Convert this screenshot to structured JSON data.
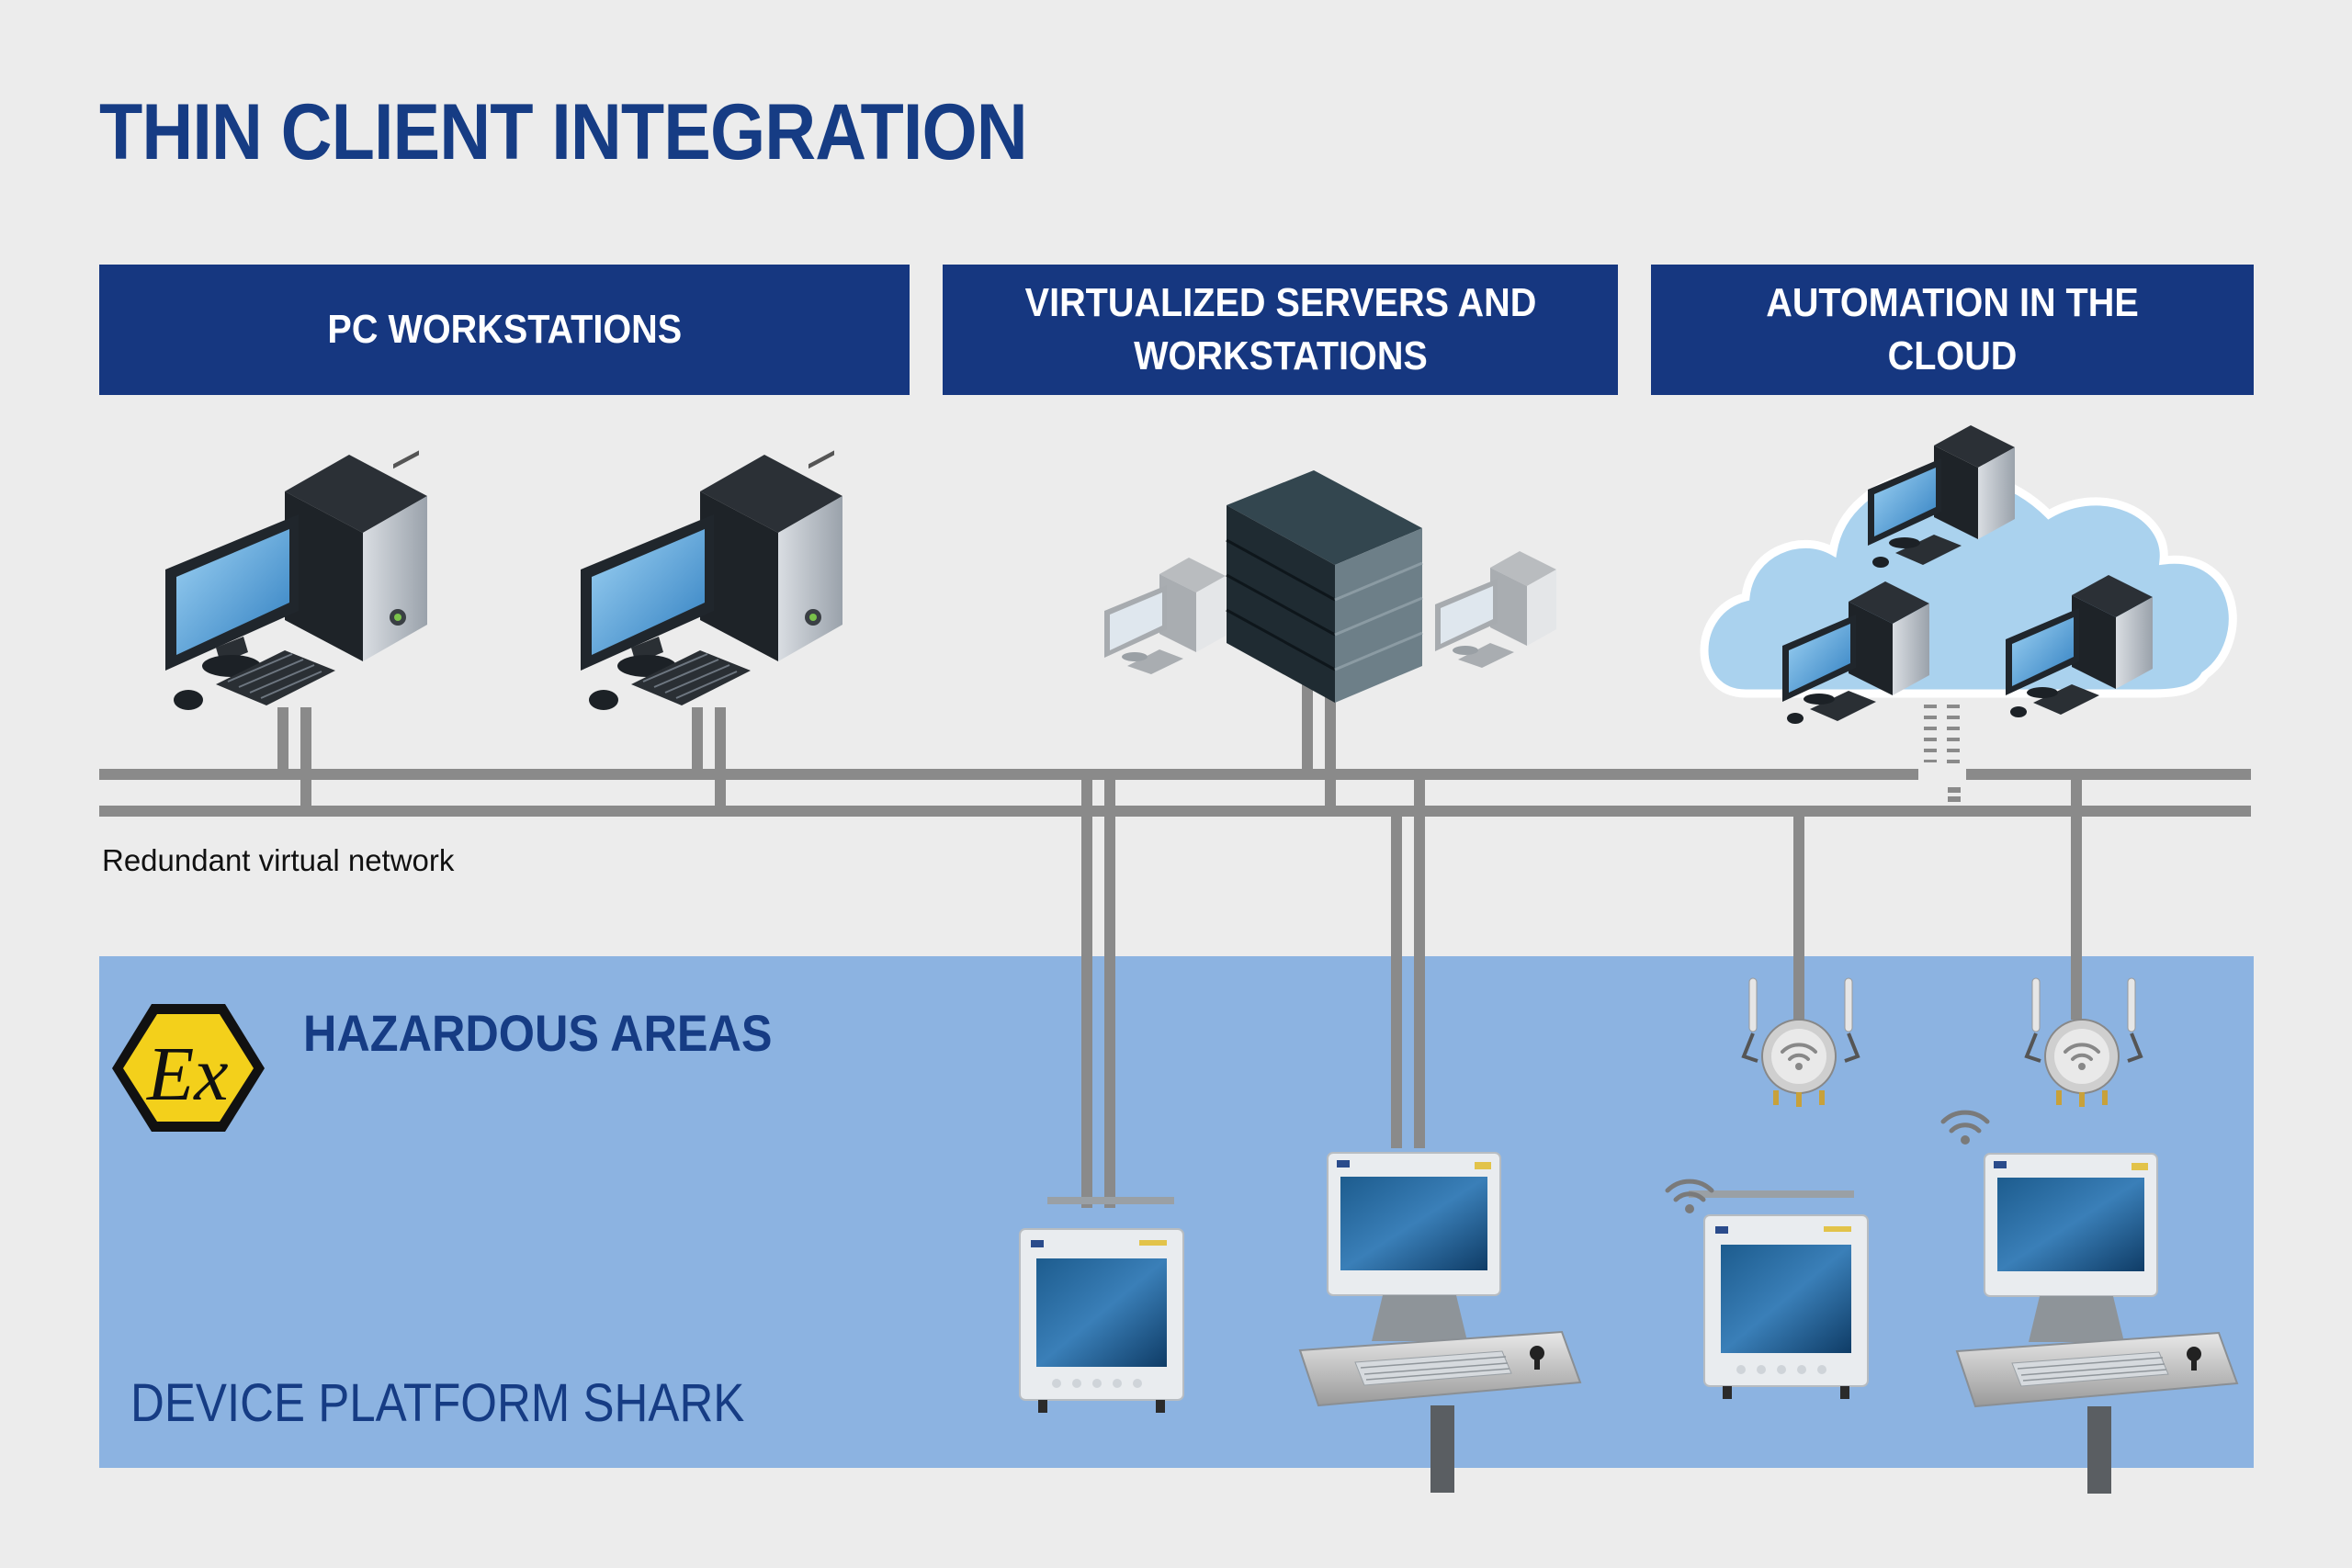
{
  "title": "THIN CLIENT INTEGRATION",
  "headers": {
    "pc": "PC WORKSTATIONS",
    "virtualized": "VIRTUALIZED SERVERS AND WORKSTATIONS",
    "cloud": "AUTOMATION IN THE CLOUD"
  },
  "network_label": "Redundant virtual network",
  "hazardous": {
    "title": "HAZARDOUS AREAS",
    "symbol": "Ex",
    "platform": "DEVICE PLATFORM SHARK"
  },
  "colors": {
    "brand_blue": "#163780",
    "panel_blue": "#8cb3e1",
    "cloud_blue": "#a9d2ee",
    "network_gray": "#8a8a8a",
    "ex_yellow": "#f3d01b"
  },
  "icons": [
    "desktop-pc-icon",
    "server-rack-icon",
    "cloud-icon",
    "wifi-access-point-icon",
    "ex-hazard-icon",
    "panel-pc-icon",
    "operator-console-icon",
    "wifi-signal-icon"
  ]
}
